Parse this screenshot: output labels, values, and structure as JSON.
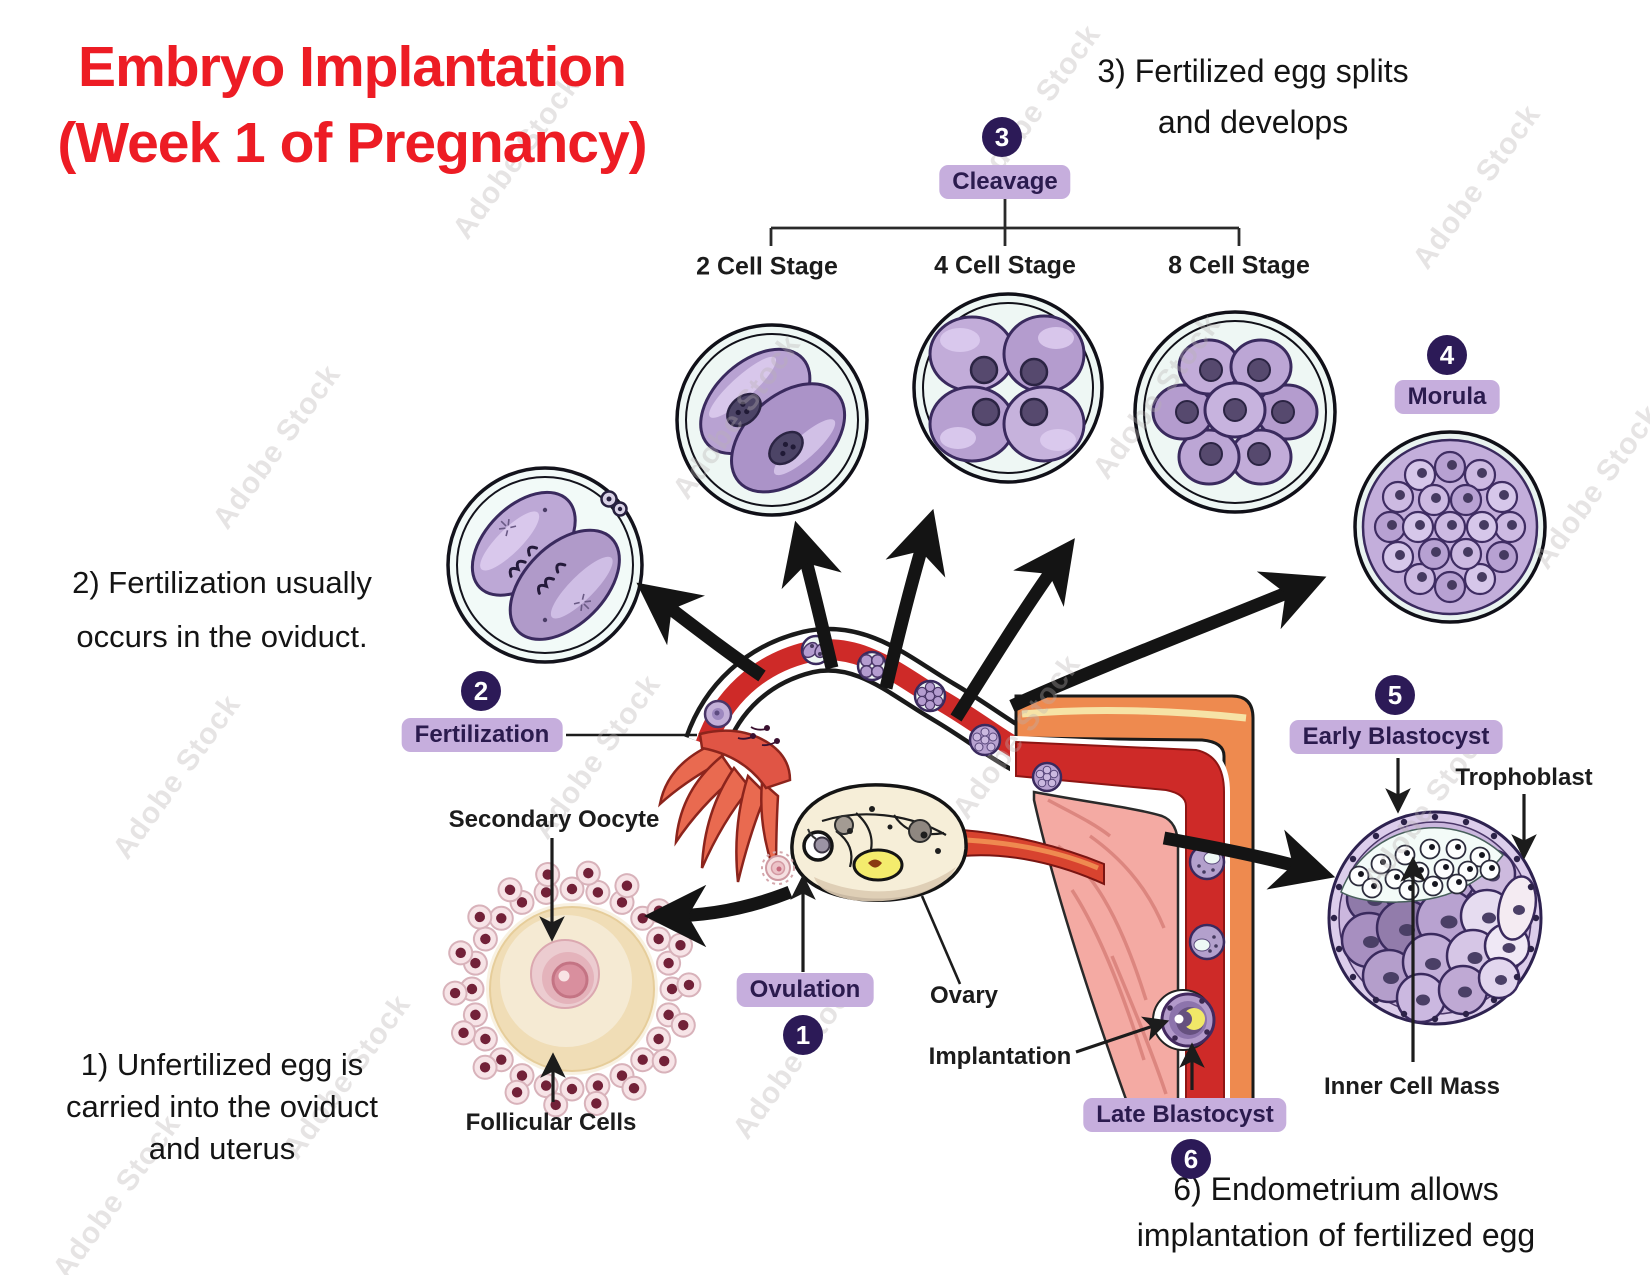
{
  "watermark": "Adobe Stock",
  "title": {
    "l1": "Embryo Implantation",
    "l2": "(Week 1 of Pregnancy)"
  },
  "notes": {
    "n1l1": "1) Unfertilized egg is",
    "n1l2": "carried into the oviduct",
    "n1l3": "and uterus",
    "n2l1": "2) Fertilization usually",
    "n2l2": "occurs in the oviduct.",
    "n3l1": "3) Fertilized egg splits",
    "n3l2": "and develops",
    "n6l1": "6) Endometrium allows",
    "n6l2": "implantation of fertilized egg"
  },
  "badges": {
    "b1": "1",
    "b2": "2",
    "b3": "3",
    "b4": "4",
    "b5": "5",
    "b6": "6"
  },
  "pills": {
    "cleavage": "Cleavage",
    "morula": "Morula",
    "fertilization": "Fertilization",
    "ovulation": "Ovulation",
    "early_blastocyst": "Early Blastocyst",
    "late_blastocyst": "Late Blastocyst"
  },
  "stages": {
    "two_cell": "2 Cell Stage",
    "four_cell": "4 Cell Stage",
    "eight_cell": "8 Cell Stage"
  },
  "anatomy": {
    "secondary_oocyte": "Secondary Oocyte",
    "follicular_cells": "Follicular Cells",
    "ovary": "Ovary",
    "implantation": "Implantation",
    "trophoblast": "Trophoblast",
    "inner_cell_mass": "Inner Cell Mass"
  },
  "colors": {
    "title_red": "#ed1c24",
    "badge_bg": "#2c1a57",
    "pill_bg": "#c6aedd",
    "pill_text": "#2b1b4e",
    "cell_purple": "#b8a2d2",
    "cell_outline": "#3a2a5e",
    "zona_ring": "#eef7f4",
    "tube_red": "#ce2a28",
    "fimbriae_salmon": "#e96a50",
    "uterus_orange": "#ee8a4f",
    "uterus_pink": "#f4aaa3",
    "ovary_cream": "#f6eed8",
    "corpus_yellow": "#f4ec6d",
    "oocyte_tan": "#f0ddb6",
    "oocyte_pink": "#ecccd0"
  }
}
